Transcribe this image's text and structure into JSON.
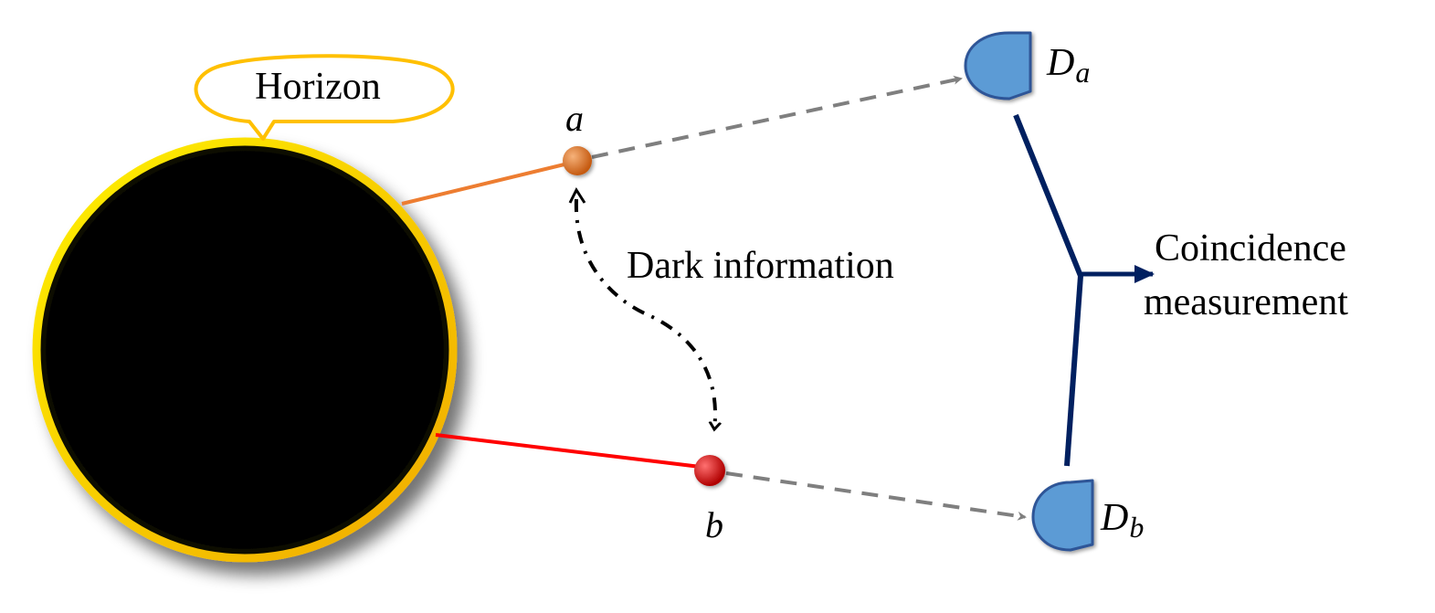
{
  "labels": {
    "horizon": "Horizon",
    "dark_information": "Dark information",
    "particle_a": "a",
    "particle_b": "b",
    "detector_a_main": "D",
    "detector_a_sub": "a",
    "detector_b_main": "D",
    "detector_b_sub": "b",
    "coincidence_line1": "Coincidence",
    "coincidence_line2": "measurement"
  },
  "colors": {
    "black_hole_fill": "#000000",
    "horizon_ring": "#ffe600",
    "callout_stroke": "#ffc000",
    "line_a": "#ed7d31",
    "line_b": "#ff0000",
    "particle_a": "#ed7d31",
    "particle_b": "#ff0000",
    "photon_path": "#7f7f7f",
    "detector_fill": "#5b9bd5",
    "detector_stroke": "#2f5597",
    "coincidence_wire": "#002060"
  },
  "icons": {
    "black_hole": "black-hole-icon",
    "detector": "detector-icon"
  }
}
